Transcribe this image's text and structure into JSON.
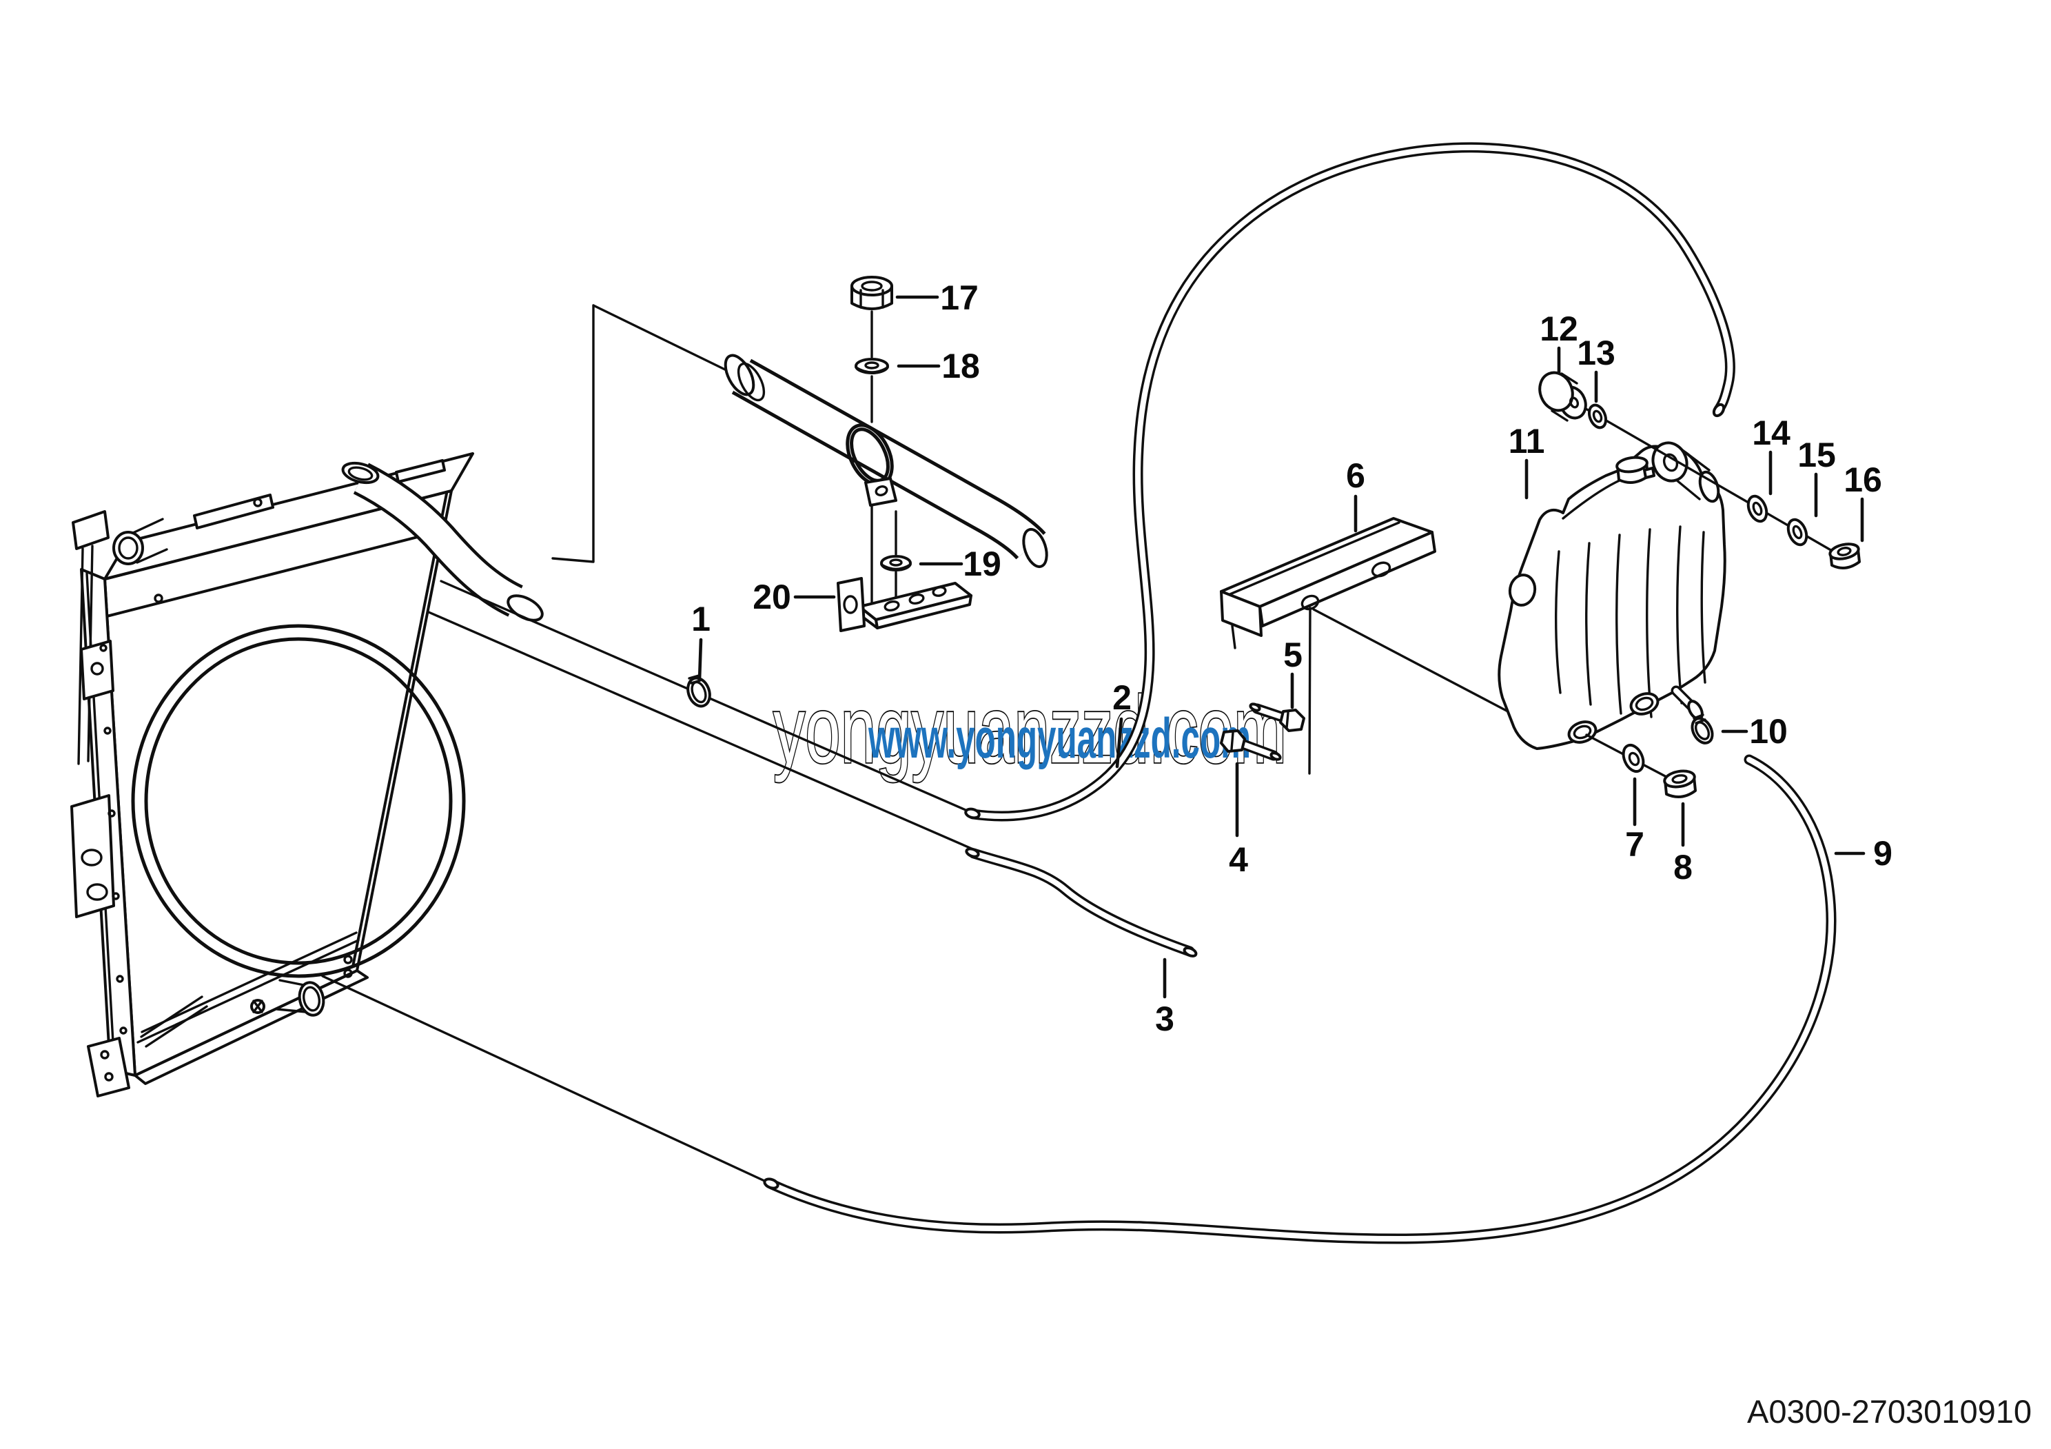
{
  "watermark": {
    "brand_text": "yongyuanzzd.com",
    "url_text": "www.yongyuanzzd.com",
    "url_color": "#1d73be"
  },
  "drawing_number": "A0300-2703010910",
  "colors": {
    "line": "#0f0f0f",
    "background": "#ffffff"
  },
  "callouts": [
    {
      "label": "1"
    },
    {
      "label": "2"
    },
    {
      "label": "3"
    },
    {
      "label": "4"
    },
    {
      "label": "5"
    },
    {
      "label": "6"
    },
    {
      "label": "7"
    },
    {
      "label": "8"
    },
    {
      "label": "9"
    },
    {
      "label": "10"
    },
    {
      "label": "11"
    },
    {
      "label": "12"
    },
    {
      "label": "13"
    },
    {
      "label": "14"
    },
    {
      "label": "15"
    },
    {
      "label": "16"
    },
    {
      "label": "17"
    },
    {
      "label": "18"
    },
    {
      "label": "19"
    },
    {
      "label": "20"
    }
  ]
}
